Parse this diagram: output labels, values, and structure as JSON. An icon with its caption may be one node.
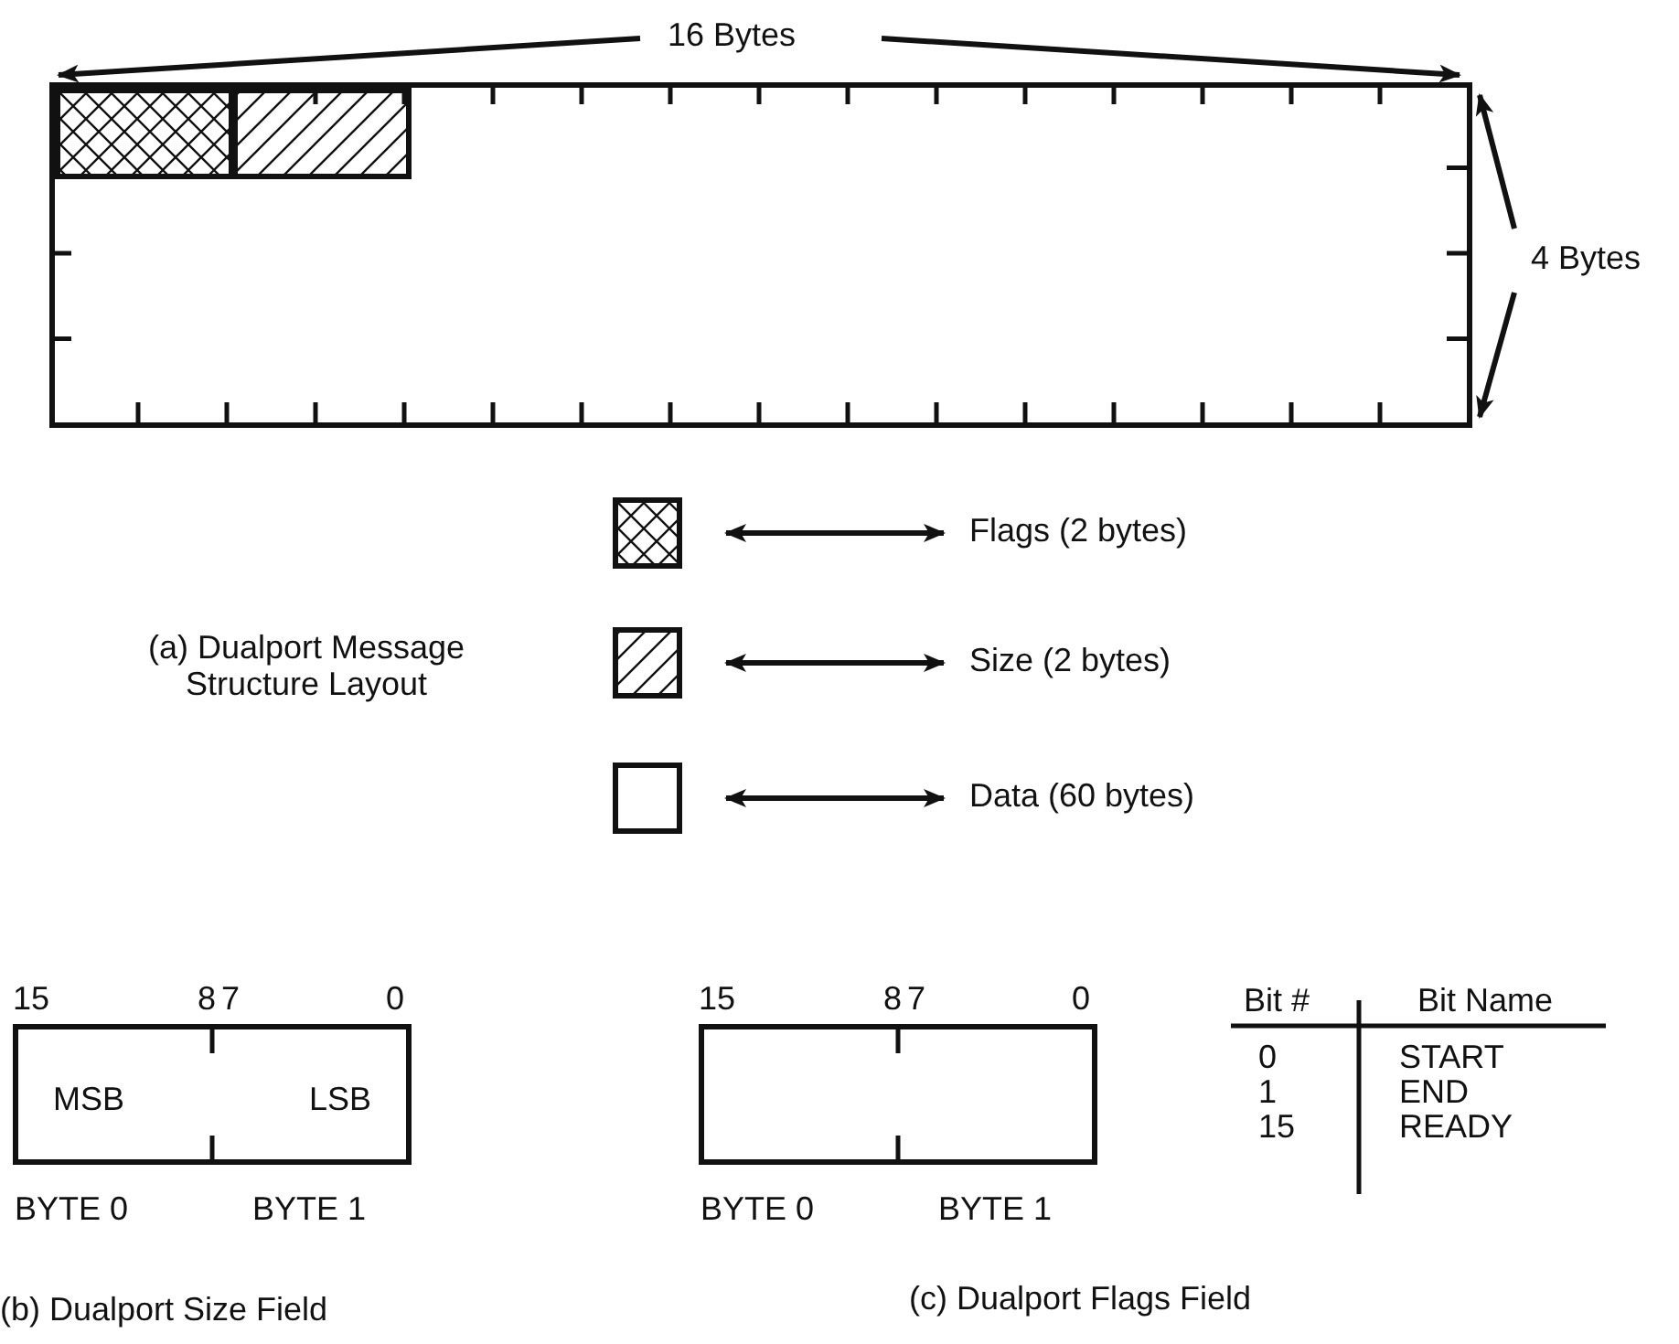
{
  "diagram": {
    "nodes": [
      {
        "text": [],
        "shape": "box"
      },
      {
        "text": [],
        "shape": "box",
        "in": 0
      },
      {
        "text": [],
        "shape": "box",
        "in": 0
      },
      {
        "text": [],
        "shape": "box"
      },
      {
        "text": [
          "Flags (2 bytes)"
        ]
      },
      {
        "text": [],
        "shape": "box"
      },
      {
        "text": [
          "Size (2 bytes)"
        ]
      },
      {
        "text": [],
        "shape": "box"
      },
      {
        "text": [
          "Data (60 bytes)"
        ]
      },
      {
        "text": [
          "MSB",
          "LSB"
        ],
        "beside": [
          "15",
          "8",
          "7",
          "0",
          "BYTE 0",
          "BYTE 1"
        ]
      },
      {
        "text": [],
        "shape": "box",
        "beside": [
          "15",
          "8",
          "7",
          "0",
          "BYTE 0",
          "BYTE 1"
        ]
      }
    ],
    "edges": [
      {
        "from": 3,
        "to": 4,
        "arrow": "both"
      },
      {
        "from": 5,
        "to": 6,
        "arrow": "both"
      },
      {
        "from": 7,
        "to": 8,
        "arrow": "both"
      }
    ],
    "labels": [
      "16 Bytes",
      "4 Bytes",
      "(a) Dualport Message Structure Layout",
      "(b) Dualport Size Field",
      "(c) Dualport Flags Field",
      "Bit #",
      "Bit Name",
      "0",
      "START",
      "1",
      "END",
      "15",
      "READY"
    ]
  }
}
